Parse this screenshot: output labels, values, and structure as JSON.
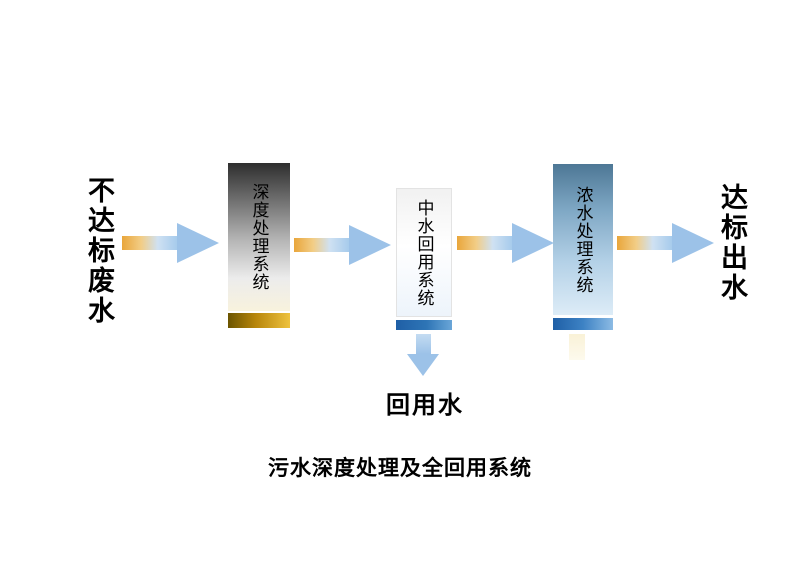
{
  "diagram": {
    "input_label": "不达标废水",
    "stages": [
      {
        "label": "深度处理系统"
      },
      {
        "label": "中水回用系统"
      },
      {
        "label": "浓水处理系统"
      }
    ],
    "output_label": "达标出水",
    "branch_label": "回用水",
    "caption": "污水深度处理及全回用系统"
  },
  "colors": {
    "arrow_blue": "#9CC2E8",
    "arrow_gold": "#E9A63B",
    "stage1_bar_gold": "#B8860B",
    "stage2_bar_blue": "#2E75B6",
    "stage3_top_blue": "#4D7795"
  }
}
